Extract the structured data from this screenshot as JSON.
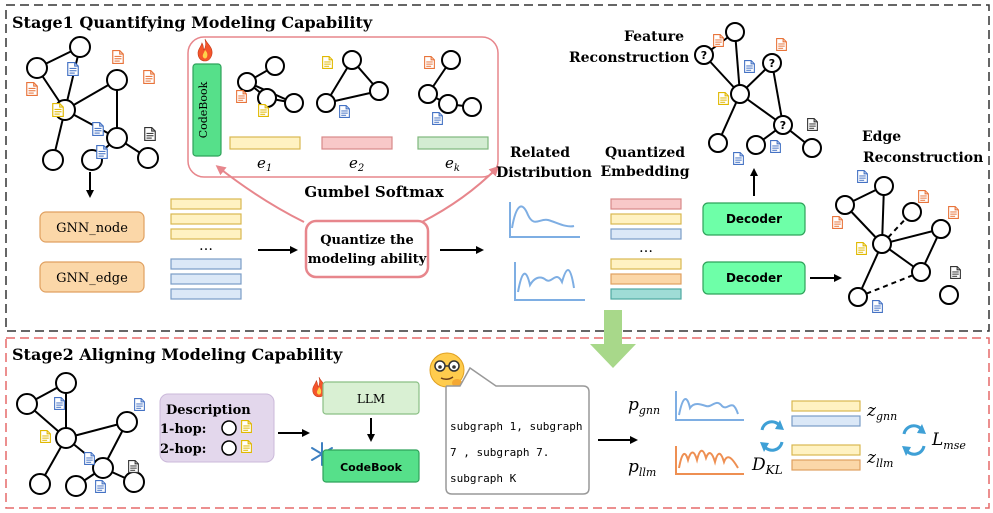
{
  "stage1": {
    "title": "Stage1 Quantifying Modeling Capability",
    "codebook_label": "CodeBook",
    "codes": [
      "e",
      "e",
      "e"
    ],
    "code_subscripts": [
      "1",
      "2",
      "k"
    ],
    "gumbel_label": "Gumbel Softmax",
    "gnn_node": "GNN_node",
    "gnn_edge": "GNN_edge",
    "ellipsis": "…",
    "quantize_line1": "Quantize the",
    "quantize_line2": "modeling ability",
    "related_line1": "Related",
    "related_line2": "Distribution",
    "quantized_line1": "Quantized",
    "quantized_line2": "Embedding",
    "decoder": "Decoder",
    "feature_recon_line1": "Feature",
    "feature_recon_line2": "Reconstruction",
    "edge_recon_line1": "Edge",
    "edge_recon_line2": "Reconstruction",
    "question_mark": "?"
  },
  "stage2": {
    "title": "Stage2 Aligning Modeling Capability",
    "description_title": "Description",
    "hop1": "1-hop:",
    "hop2": "2-hop:",
    "llm": "LLM",
    "codebook": "CodeBook",
    "bubble_lines": [
      "subgraph 1, subgraph",
      "7 , subgraph  7.",
      "subgraph K"
    ],
    "p_gnn_main": "p",
    "p_gnn_sub": "gnn",
    "p_llm_main": "p",
    "p_llm_sub": "llm",
    "dkl_main": "D",
    "dkl_sub": "KL",
    "z_gnn_main": "z",
    "z_gnn_sub": "gnn",
    "z_llm_main": "z",
    "z_llm_sub": "llm",
    "lmse_main": "L",
    "lmse_sub": "mse"
  },
  "colors": {
    "fire": "#f5552b",
    "green_box": "#56e08a",
    "decoder_fill": "#6effa8",
    "orange_box": "#fbd7a8",
    "quantize_border": "#e7868c",
    "stage2_border": "#e56a6a",
    "purple_box": "#e3d7ec",
    "curve_blue": "#7eaee3",
    "curve_orange": "#ee8f52"
  }
}
